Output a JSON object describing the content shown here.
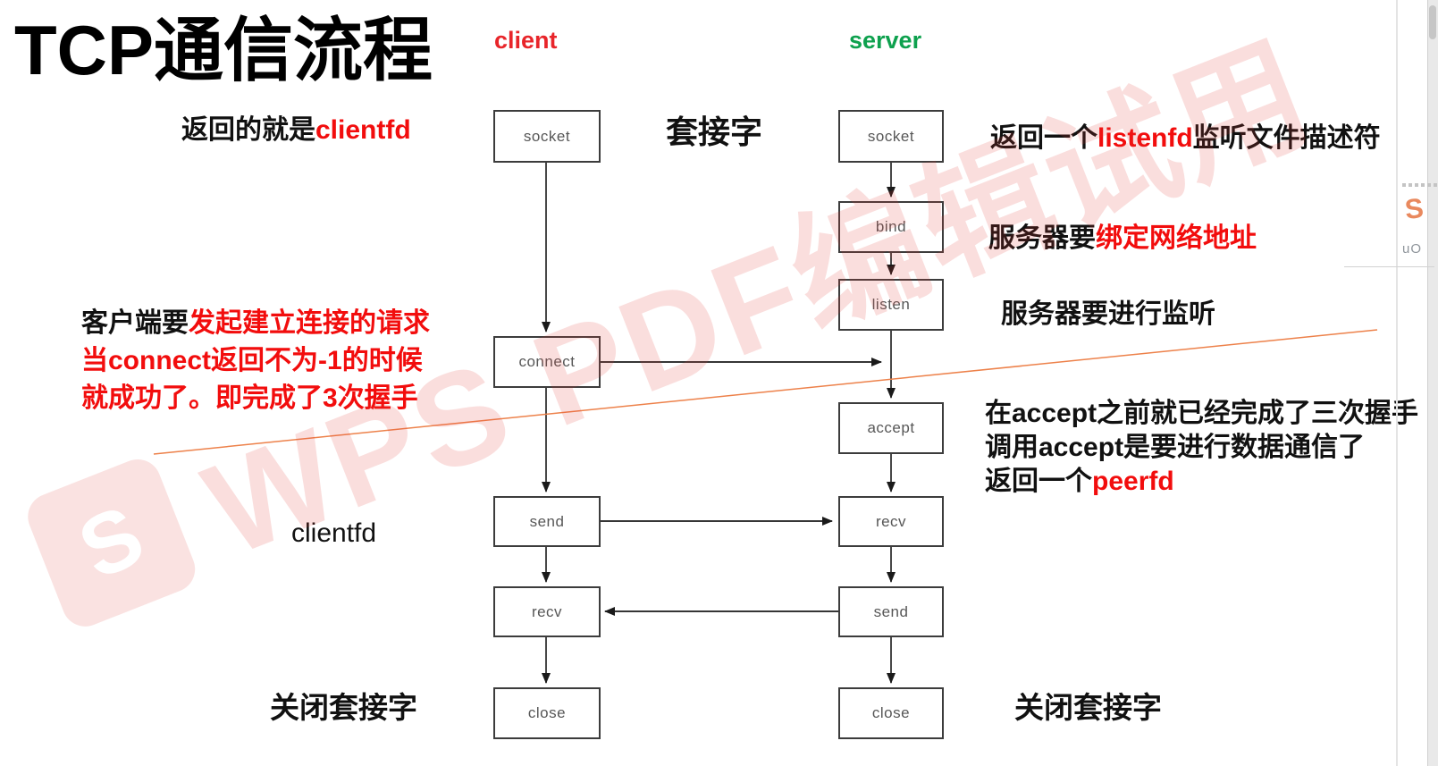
{
  "title": "TCP通信流程",
  "lanes": {
    "client": "client",
    "server": "server"
  },
  "colors": {
    "client_label": "#e8252a",
    "server_label": "#0ea14e",
    "annotation_red": "#f20d0d",
    "orange_line": "#ed814a",
    "watermark_pink": "rgba(223,62,52,0.17)",
    "box_border": "#3c3c3c"
  },
  "client_steps": [
    {
      "label": "socket"
    },
    {
      "label": "connect"
    },
    {
      "label": "send"
    },
    {
      "label": "recv"
    },
    {
      "label": "close"
    }
  ],
  "server_steps": [
    {
      "label": "socket"
    },
    {
      "label": "bind"
    },
    {
      "label": "listen"
    },
    {
      "label": "accept"
    },
    {
      "label": "recv"
    },
    {
      "label": "send"
    },
    {
      "label": "close"
    }
  ],
  "annotations": {
    "socket_client": {
      "black": "返回的就是",
      "red": "clientfd"
    },
    "socket_mid": "套接字",
    "socket_server": {
      "pre": "返回一个",
      "red": "listenfd",
      "post": "监听文件描述符"
    },
    "bind_note": {
      "black": "服务器要",
      "red": "绑定网络地址"
    },
    "listen_note": "服务器要进行监听",
    "connect_note": {
      "line1_black": "客户端要",
      "line1_red": "发起建立连接的请求",
      "line2": "当connect返回不为-1的时候",
      "line3": "就成功了。即完成了3次握手"
    },
    "accept_note": {
      "line1": "在accept之前就已经完成了三次握手",
      "line2": "调用accept是要进行数据通信了",
      "line3_black": "返回一个",
      "line3_red": "peerfd"
    },
    "clientfd_label": "clientfd",
    "close_left": "关闭套接字",
    "close_right": "关闭套接字"
  },
  "watermark": {
    "logo_glyph": "S",
    "text": "WPS PDF编辑试用"
  },
  "sidebar": {
    "logo_glyph": "S",
    "tab_text": "uO"
  }
}
